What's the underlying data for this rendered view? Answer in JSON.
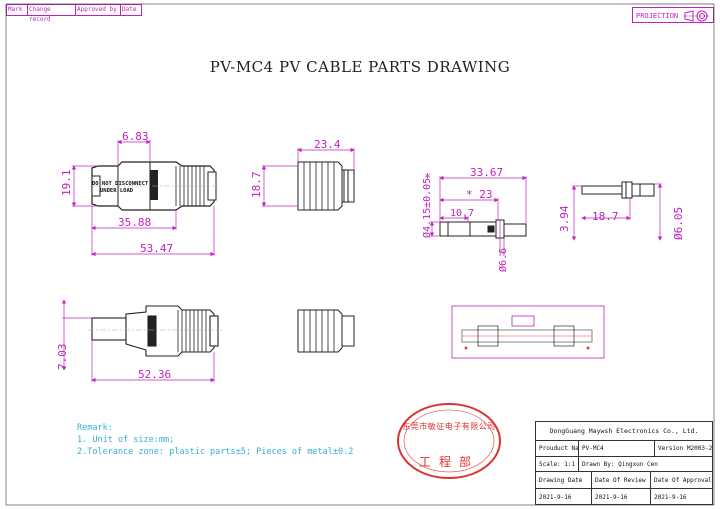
{
  "revision_header": [
    "Mark",
    "Change record",
    "Approved by",
    "Date"
  ],
  "projection_label": "PROJECTION",
  "title": "PV-MC4 PV CABLE PARTS DRAWING",
  "connector_label": [
    "DO NOT DISCONNECT",
    "UNDER LOAD"
  ],
  "dimensions": {
    "top_width_small": "6.83",
    "height_left": "19.1",
    "length_inner": "35.88",
    "length_total": "53.47",
    "nut_width": "23.4",
    "nut_height": "18.7",
    "pin_length": "33.67",
    "pin_star": "* 23",
    "pin_diameter": "Ø4.15±0.05",
    "pin_star_mark": "*",
    "pin_small": "10.7",
    "pin_base_dia": "Ø6.6",
    "male_pin_height": "3.94",
    "male_pin_len": "18.7",
    "male_pin_dia": "Ø6.05",
    "bottom_height": "7.03",
    "bottom_length": "52.36"
  },
  "remarks": {
    "heading": "Remark:",
    "line1": "1. Unit of size:mm;",
    "line2": "2.Tolerance zone:  plastic parts±5; Pieces of metal±0.2"
  },
  "stamp": {
    "ring_text": "东莞市敏征电子有限公司",
    "center_text": "工程部"
  },
  "title_block": {
    "company": "DongGuang Maywsh Electronics Co., Ltd.",
    "product_label": "Prouduct Name",
    "product_value": "PV-MC4",
    "version_label": "Version",
    "version_value": "M2003-2",
    "scale_label": "Scale: 1:1",
    "drawn_label": "Drawn By: Qingxun Cen",
    "col1": "Drawing Date",
    "col2": "Date Of Review",
    "col3": "Date Of Approval",
    "date1": "2021-9-16",
    "date2": "2021-9-16",
    "date3": "2021-9-16"
  },
  "colors": {
    "dimension": "#c020c0",
    "outline": "#222222",
    "remark": "#3aaed8",
    "stamp": "#dd3333"
  }
}
